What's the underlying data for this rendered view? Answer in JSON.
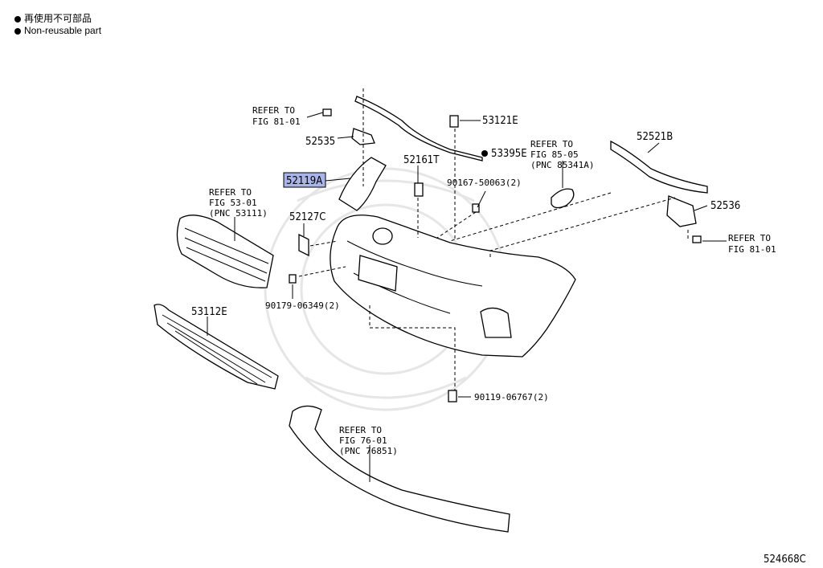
{
  "legend": {
    "line1": "再使用不可部品",
    "line2": "Non-reusable part"
  },
  "figure_code": "524668C",
  "highlight_color": "#a9b4e8",
  "labels": {
    "p53121E": "53121E",
    "p53395E": "53395E",
    "p52535": "52535",
    "p52161T": "52161T",
    "p52119A": "52119A",
    "p90167": "90167-50063(2)",
    "p52127C": "52127C",
    "p52521B": "52521B",
    "p52536": "52536",
    "p53112E": "53112E",
    "p90179": "90179-06349(2)",
    "p90119": "90119-06767(2)",
    "ref81a": [
      "REFER TO",
      "FIG 81-01"
    ],
    "ref53": [
      "REFER TO",
      "FIG 53-01",
      "(PNC 53111)"
    ],
    "ref85": [
      "REFER TO",
      "FIG 85-05",
      "(PNC 85341A)"
    ],
    "ref81b": [
      "REFER TO",
      "FIG 81-01"
    ],
    "ref76": [
      "REFER TO",
      "FIG 76-01",
      "(PNC 76851)"
    ]
  }
}
